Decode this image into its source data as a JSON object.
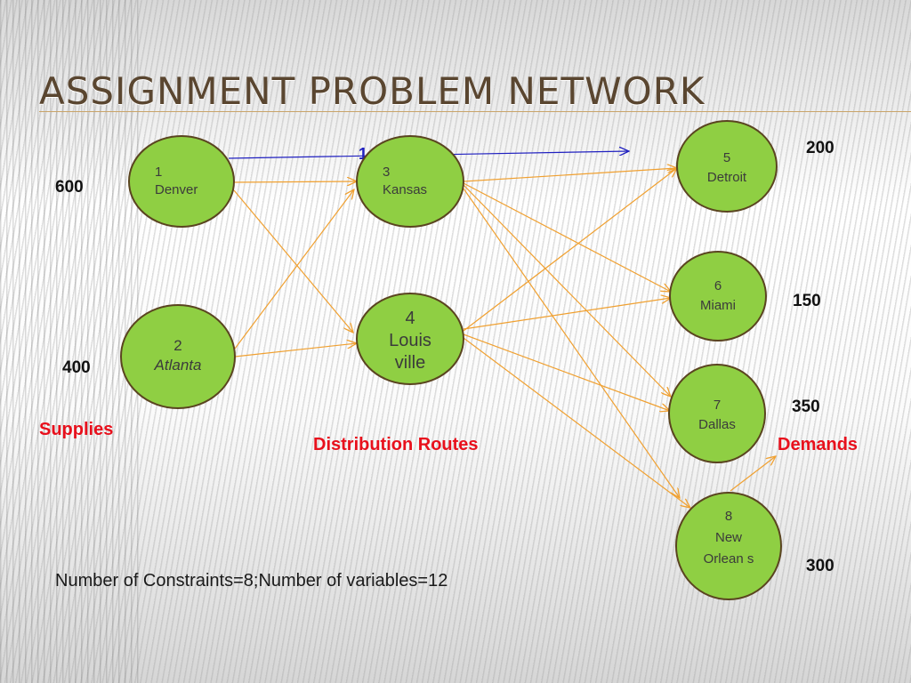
{
  "title": "ASSIGNMENT PROBLEM NETWORK",
  "colors": {
    "node_fill": "#8fcf43",
    "node_stroke": "#5a4420",
    "route": "#f0a030",
    "highlight_route": "#2020c0",
    "label_red": "#e8101c"
  },
  "nodes": [
    {
      "num": "1",
      "name": "Denver"
    },
    {
      "num": "2",
      "name": "Atlanta"
    },
    {
      "num": "3",
      "name": "Kansas"
    },
    {
      "num": "4",
      "name": "Louis ville"
    },
    {
      "num": "5",
      "name": "Detroit"
    },
    {
      "num": "6",
      "name": "Miami"
    },
    {
      "num": "7",
      "name": "Dallas"
    },
    {
      "num": "8",
      "name": "New Orlean s"
    }
  ],
  "highlight_label": "1",
  "supplies": {
    "denver": "600",
    "atlanta": "400",
    "label": "Supplies"
  },
  "demands": {
    "detroit": "200",
    "miami": "150",
    "dallas": "350",
    "new_orleans": "300",
    "label": "Demands"
  },
  "routes_label": "Distribution Routes",
  "footer": "Number of Constraints=8;Number of variables=12",
  "edges": [
    [
      "1",
      "3"
    ],
    [
      "1",
      "4"
    ],
    [
      "2",
      "3"
    ],
    [
      "2",
      "4"
    ],
    [
      "3",
      "5"
    ],
    [
      "3",
      "6"
    ],
    [
      "3",
      "7"
    ],
    [
      "3",
      "8"
    ],
    [
      "4",
      "5"
    ],
    [
      "4",
      "6"
    ],
    [
      "4",
      "7"
    ],
    [
      "4",
      "8"
    ],
    [
      "8",
      "7"
    ]
  ]
}
